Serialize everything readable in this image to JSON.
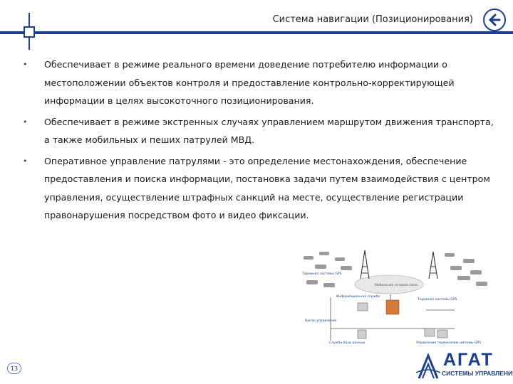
{
  "header": {
    "title": "Система навигации (Позиционирования)",
    "accent_color": "#1c3f8c",
    "back_icon": "arrow-left-icon"
  },
  "bullets": [
    {
      "text": "Обеспечивает в режиме реального времени доведение потребителю информации о местоположении объектов контроля и предоставление контрольно-корректирующей информации в целях высокоточного позиционирования."
    },
    {
      "text": "Обеспечивает в режиме экстренных случаях управлением маршрутом движения транспорта, а также мобильных и пеших патрулей МВД."
    },
    {
      "text": "Оперативное управление патрулями - это определение местонахождения, обеспечение  предоставления и поиска информации,  постановка задачи путем взаимодействия с центром управления, осуществление штрафных санкций на месте, осуществление регистрации правонарушения посредством фото и видео фиксации."
    }
  ],
  "diagram": {
    "labels": {
      "gps_terminal_left": "Терминал системы GPS",
      "mobile_network": "Мобильная сотовая связь",
      "info_service": "Информационная служба",
      "gps_terminals_right": "Терминал системы GPS",
      "control_center": "Центр управления",
      "database": "Служба базы данных",
      "gps_management": "Управление терминалом системы GPS"
    }
  },
  "footer": {
    "page_number": "13",
    "logo_word": "АГАТ",
    "logo_subtitle": "СИСТЕМЫ УПРАВЛЕНИЯ"
  }
}
